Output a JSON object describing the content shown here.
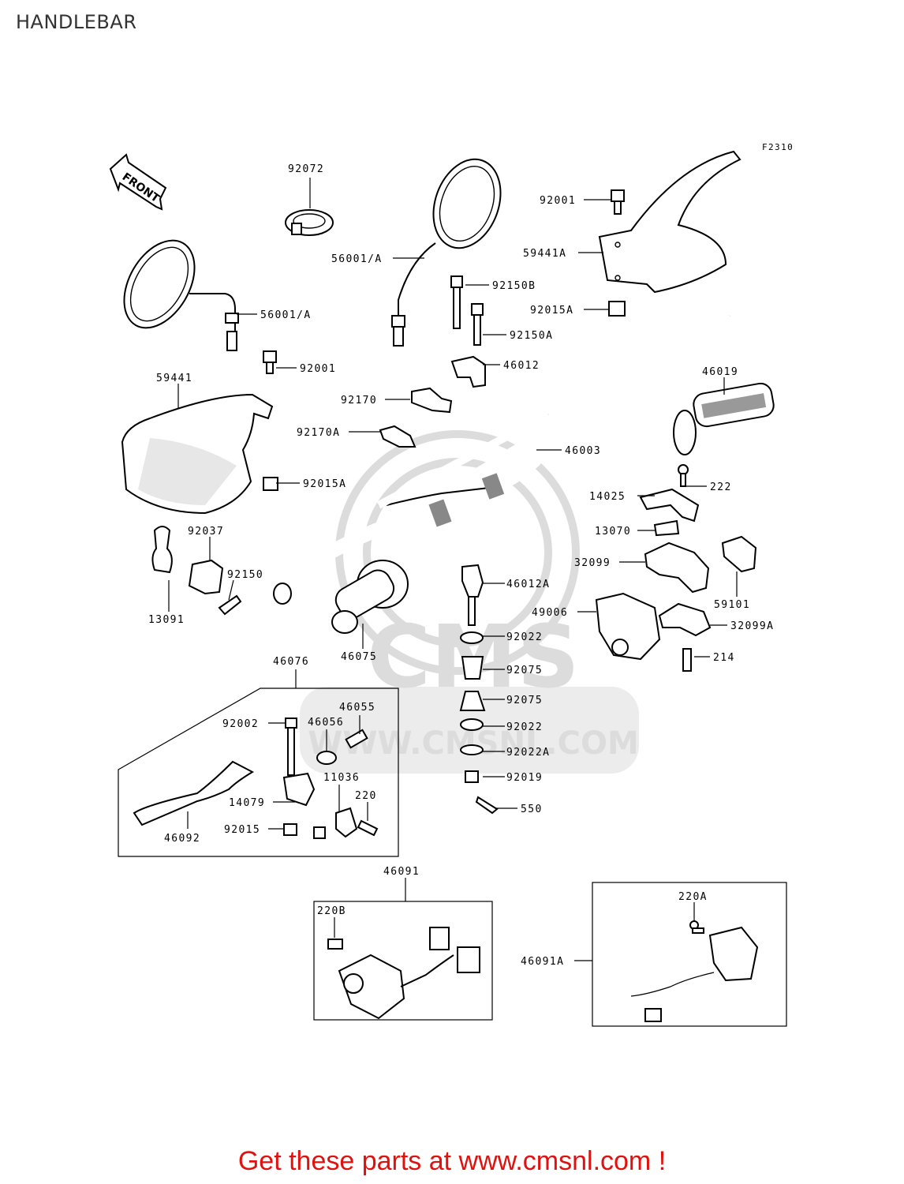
{
  "title": "HANDLEBAR",
  "figure_code": "F2310",
  "front_arrow_label": "FRONT",
  "watermark": {
    "logo_text": "CMS",
    "url_text": "WWW.CMSNL.COM"
  },
  "promo": {
    "text": "Get these parts at www.cmsnl.com !",
    "color": "#e0120f"
  },
  "colors": {
    "line": "#000000",
    "watermark": "#dcdcdc",
    "title": "#333333"
  },
  "callouts": [
    "92072",
    "56001/A",
    "56001/A",
    "92001",
    "59441A",
    "92150B",
    "92015A",
    "92150A",
    "92001",
    "59441",
    "46012",
    "92170",
    "92170A",
    "46019",
    "46003",
    "92015A",
    "222",
    "14025",
    "13070",
    "92037",
    "32099",
    "59101",
    "92150",
    "46012A",
    "13091",
    "49006",
    "92022",
    "32099A",
    "46075",
    "214",
    "92075",
    "46076",
    "92075",
    "46055",
    "92002",
    "46056",
    "92022",
    "92022A",
    "11036",
    "92019",
    "220",
    "14079",
    "550",
    "92015",
    "46092",
    "46091",
    "220B",
    "220A",
    "46091A"
  ]
}
